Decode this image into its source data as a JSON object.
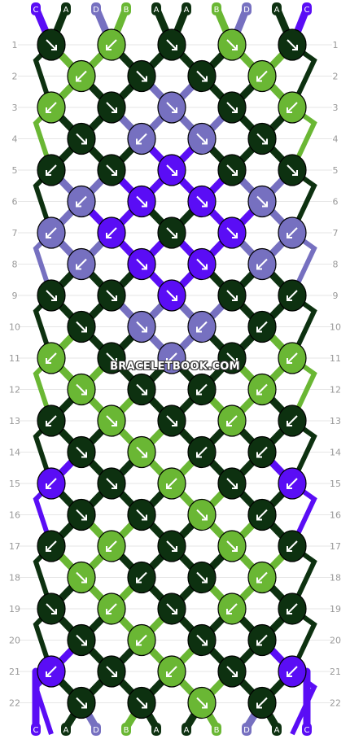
{
  "watermark": "BRACELETBOOK.COM",
  "colors": {
    "A": "#0d3110",
    "B": "#6ab734",
    "C": "#5a0df5",
    "D": "#7670c0",
    "background": "#ffffff",
    "row_number": "#999999"
  },
  "strand_labels_top": [
    "C",
    "A",
    "D",
    "B",
    "A",
    "A",
    "B",
    "D",
    "A",
    "C"
  ],
  "strand_labels_bottom": [
    "C",
    "A",
    "D",
    "B",
    "A",
    "A",
    "B",
    "D",
    "A",
    "C"
  ],
  "row_numbers": [
    "1",
    "2",
    "3",
    "4",
    "5",
    "6",
    "7",
    "8",
    "9",
    "10",
    "11",
    "12",
    "13",
    "14",
    "15",
    "16",
    "17",
    "18",
    "19",
    "20",
    "21",
    "22"
  ],
  "knots": [
    [
      "1",
      [
        "A",
        "DR"
      ],
      [
        "B",
        "DL"
      ],
      [
        "A",
        "DR"
      ],
      [
        "B",
        "DR"
      ],
      [
        "A",
        "DR"
      ]
    ],
    [
      "2",
      [
        "B",
        "DL"
      ],
      [
        "A",
        "DR"
      ],
      [
        "A",
        "DR"
      ],
      [
        "B",
        "DL"
      ]
    ],
    [
      "3",
      [
        "B",
        "DL"
      ],
      [
        "A",
        "DR"
      ],
      [
        "D",
        "DR"
      ],
      [
        "A",
        "DR"
      ],
      [
        "B",
        "DL"
      ]
    ],
    [
      "4",
      [
        "A",
        "DR"
      ],
      [
        "D",
        "DL"
      ],
      [
        "D",
        "DR"
      ],
      [
        "A",
        "DR"
      ]
    ],
    [
      "5",
      [
        "A",
        "DL"
      ],
      [
        "A",
        "DR"
      ],
      [
        "C",
        "DR"
      ],
      [
        "A",
        "DR"
      ],
      [
        "A",
        "DR"
      ]
    ],
    [
      "6",
      [
        "D",
        "DL"
      ],
      [
        "C",
        "DR"
      ],
      [
        "C",
        "DR"
      ],
      [
        "D",
        "DR"
      ]
    ],
    [
      "7",
      [
        "D",
        "DL"
      ],
      [
        "C",
        "DL"
      ],
      [
        "A",
        "DR"
      ],
      [
        "C",
        "DR"
      ],
      [
        "D",
        "DL"
      ]
    ],
    [
      "8",
      [
        "D",
        "DL"
      ],
      [
        "C",
        "DR"
      ],
      [
        "C",
        "DR"
      ],
      [
        "D",
        "DL"
      ]
    ],
    [
      "9",
      [
        "A",
        "DR"
      ],
      [
        "A",
        "DR"
      ],
      [
        "C",
        "DR"
      ],
      [
        "A",
        "DR"
      ],
      [
        "A",
        "DL"
      ]
    ],
    [
      "10",
      [
        "A",
        "DR"
      ],
      [
        "D",
        "DR"
      ],
      [
        "D",
        "DL"
      ],
      [
        "A",
        "DL"
      ]
    ],
    [
      "11",
      [
        "B",
        "DL"
      ],
      [
        "A",
        "DR"
      ],
      [
        "D",
        "DL"
      ],
      [
        "A",
        "DR"
      ],
      [
        "B",
        "DL"
      ]
    ],
    [
      "12",
      [
        "B",
        "DR"
      ],
      [
        "A",
        "DR"
      ],
      [
        "A",
        "DL"
      ],
      [
        "B",
        "DL"
      ]
    ],
    [
      "13",
      [
        "A",
        "DL"
      ],
      [
        "B",
        "DR"
      ],
      [
        "A",
        "DR"
      ],
      [
        "B",
        "DL"
      ],
      [
        "A",
        "DL"
      ]
    ],
    [
      "14",
      [
        "A",
        "DR"
      ],
      [
        "B",
        "DR"
      ],
      [
        "A",
        "DL"
      ],
      [
        "A",
        "DL"
      ]
    ],
    [
      "15",
      [
        "C",
        "DL"
      ],
      [
        "A",
        "DR"
      ],
      [
        "B",
        "DL"
      ],
      [
        "A",
        "DR"
      ],
      [
        "C",
        "DL"
      ]
    ],
    [
      "16",
      [
        "A",
        "DR"
      ],
      [
        "A",
        "DR"
      ],
      [
        "B",
        "DR"
      ],
      [
        "A",
        "DL"
      ]
    ],
    [
      "17",
      [
        "A",
        "DL"
      ],
      [
        "B",
        "DL"
      ],
      [
        "A",
        "DR"
      ],
      [
        "B",
        "DR"
      ],
      [
        "A",
        "DL"
      ]
    ],
    [
      "18",
      [
        "B",
        "DR"
      ],
      [
        "A",
        "DL"
      ],
      [
        "A",
        "DR"
      ],
      [
        "B",
        "DL"
      ]
    ],
    [
      "19",
      [
        "A",
        "DR"
      ],
      [
        "B",
        "DL"
      ],
      [
        "A",
        "DR"
      ],
      [
        "B",
        "DL"
      ],
      [
        "A",
        "DL"
      ]
    ],
    [
      "20",
      [
        "A",
        "DR"
      ],
      [
        "B",
        "DL"
      ],
      [
        "A",
        "DR"
      ],
      [
        "A",
        "DL"
      ]
    ],
    [
      "21",
      [
        "C",
        "DL"
      ],
      [
        "A",
        "DR"
      ],
      [
        "B",
        "DL"
      ],
      [
        "A",
        "DR"
      ],
      [
        "C",
        "DL"
      ]
    ],
    [
      "22",
      [
        "A",
        "DR"
      ],
      [
        "A",
        "DR"
      ],
      [
        "B",
        "DR"
      ],
      [
        "A",
        "DL"
      ]
    ]
  ]
}
